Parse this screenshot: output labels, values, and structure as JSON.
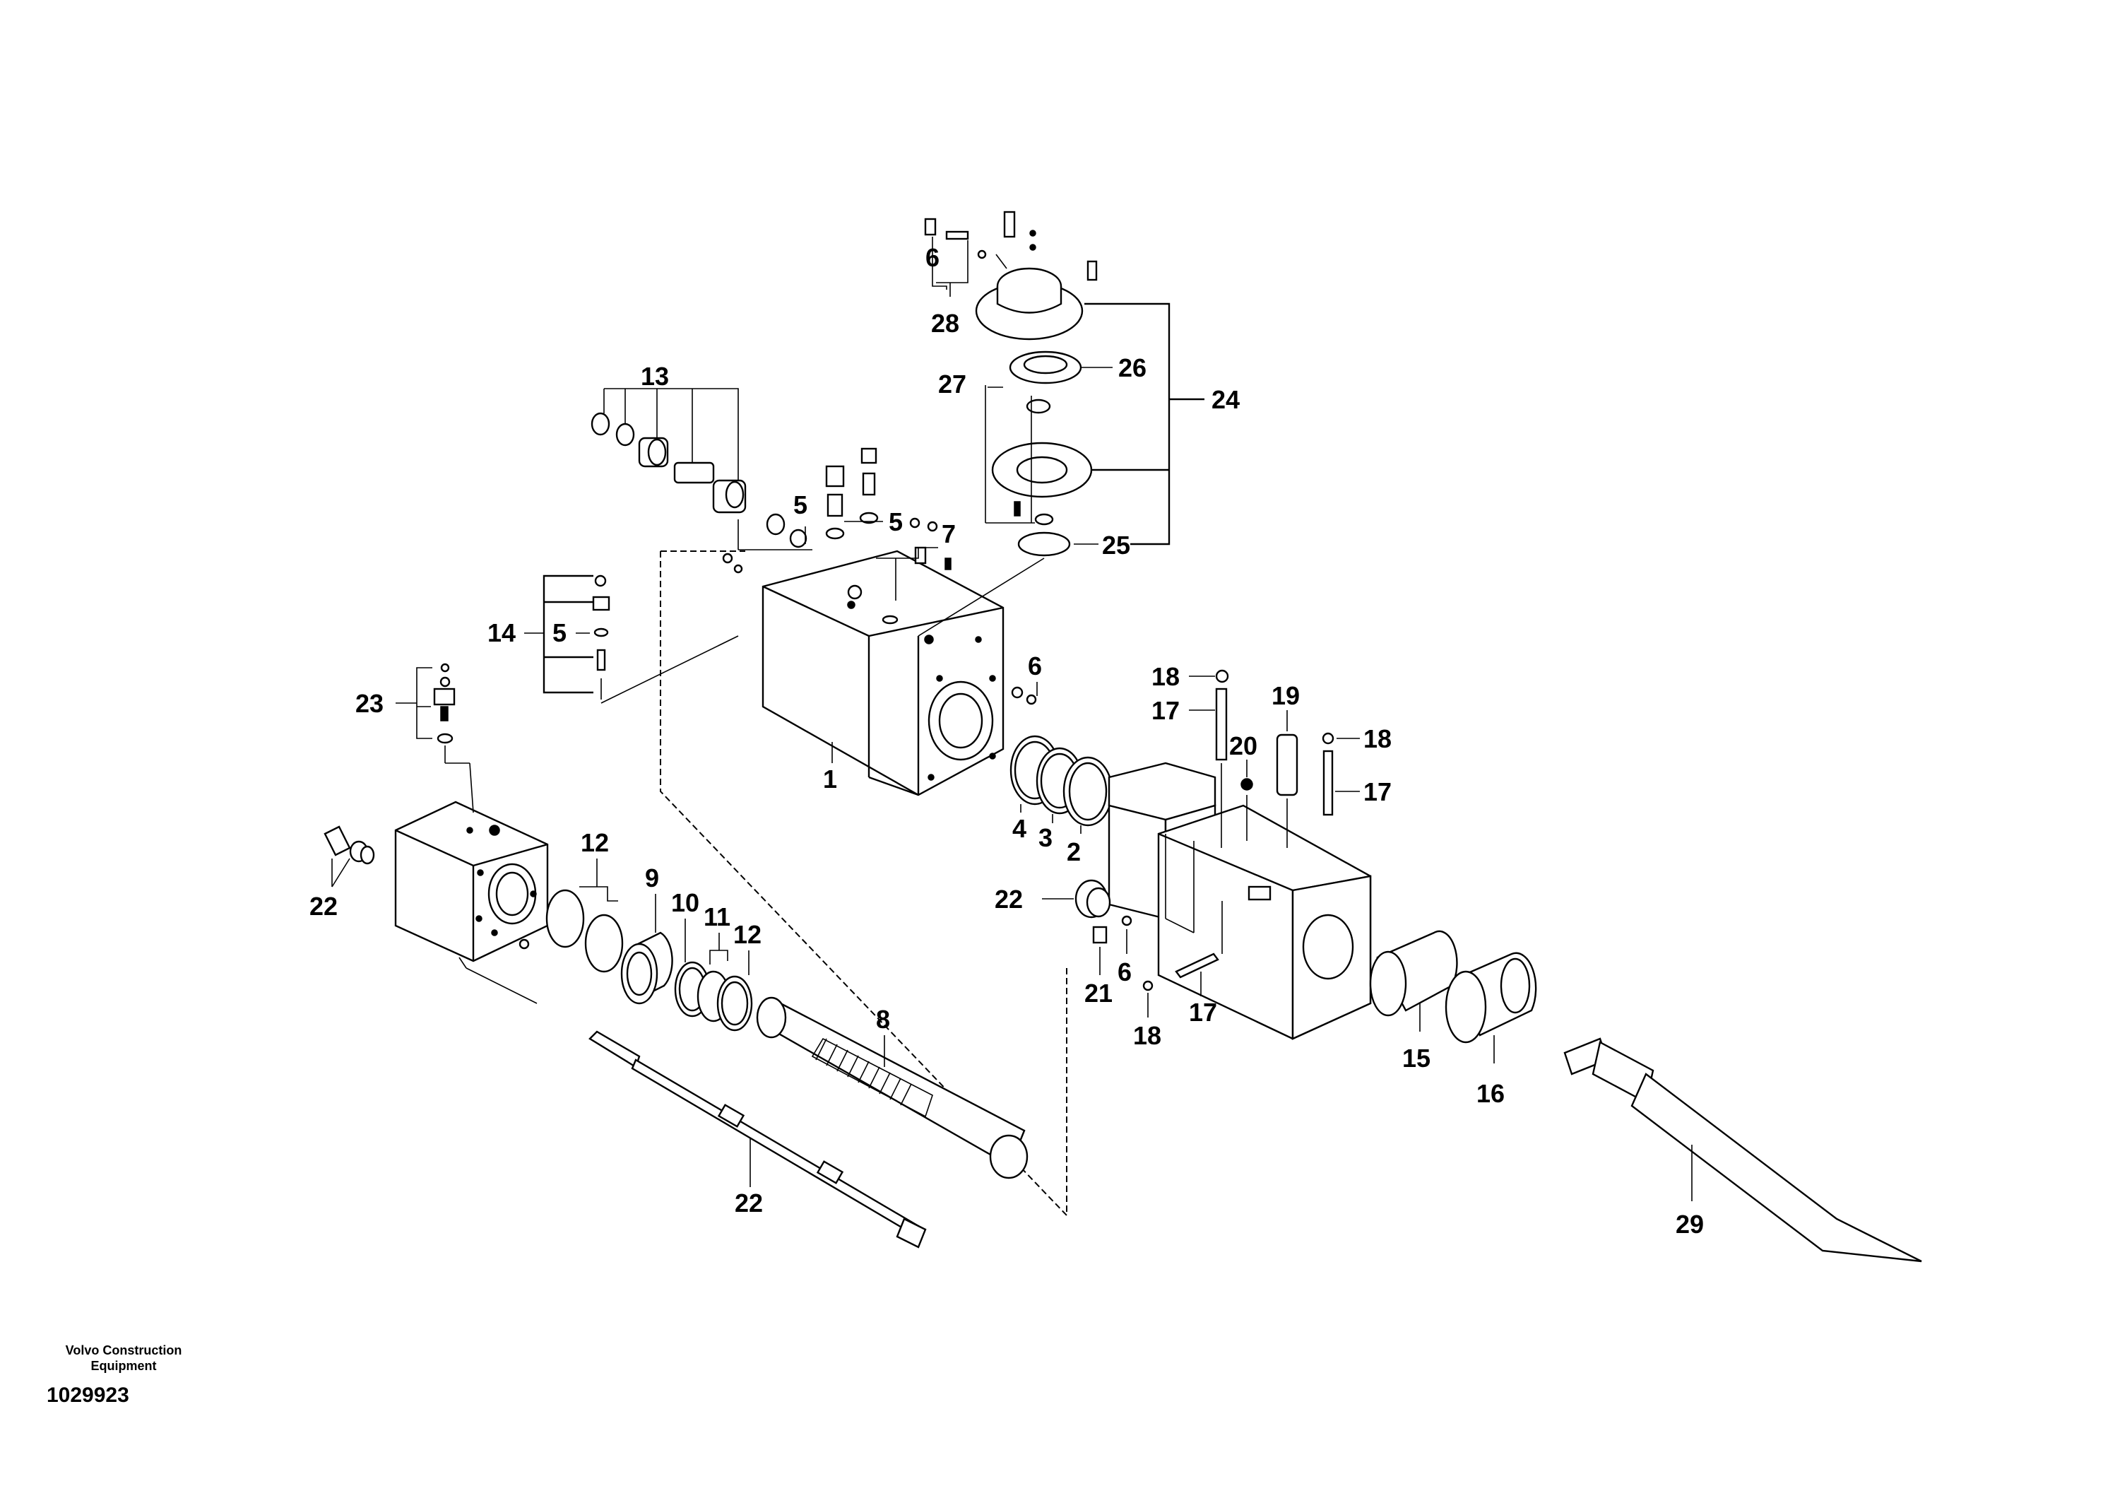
{
  "callouts": {
    "c1": "1",
    "c2": "2",
    "c3": "3",
    "c4": "4",
    "c5a": "5",
    "c5b": "5",
    "c5c": "5",
    "c6a": "6",
    "c6b": "6",
    "c6c": "6",
    "c7": "7",
    "c8": "8",
    "c9": "9",
    "c10": "10",
    "c11": "11",
    "c12a": "12",
    "c12b": "12",
    "c13": "13",
    "c14": "14",
    "c15": "15",
    "c16": "16",
    "c17a": "17",
    "c17b": "17",
    "c17c": "17",
    "c18a": "18",
    "c18b": "18",
    "c18c": "18",
    "c19": "19",
    "c20": "20",
    "c21": "21",
    "c22a": "22",
    "c22b": "22",
    "c22c": "22",
    "c23": "23",
    "c24": "24",
    "c25": "25",
    "c26": "26",
    "c27": "27",
    "c28": "28",
    "c29": "29"
  },
  "footer": {
    "company": "Volvo Construction Equipment",
    "reference": "1029923"
  }
}
